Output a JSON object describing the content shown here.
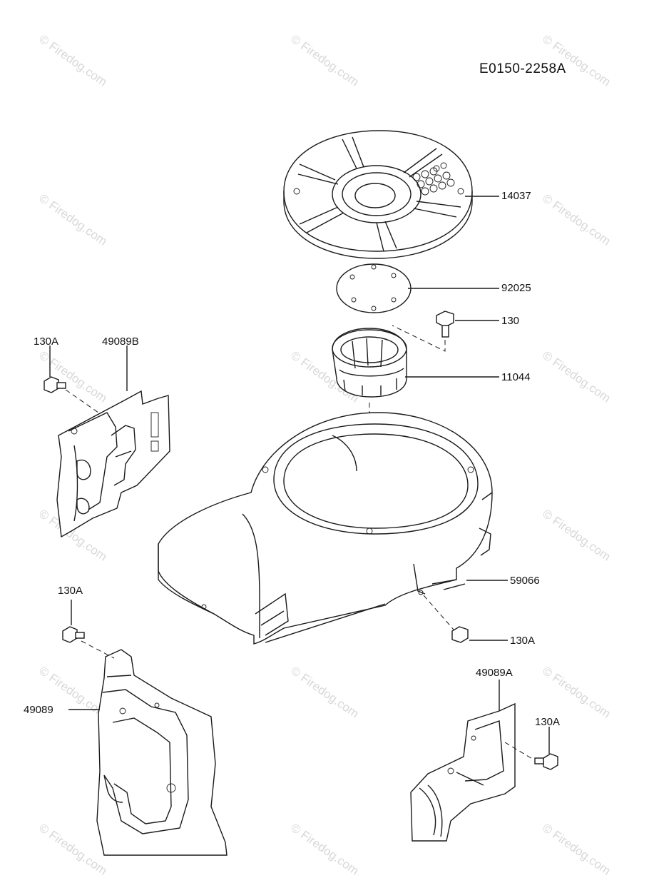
{
  "diagram_id": "E0150-2258A",
  "watermark_text": "© Firedog.com",
  "parts": {
    "fan_housing_cover": "14037",
    "screen": "92025",
    "bolt_top": "130",
    "fan": "11044",
    "shroud": "59066",
    "bolt_shroud": "130A",
    "plate_left_upper": "49089B",
    "bolt_left_upper": "130A",
    "plate_left_lower": "49089",
    "bolt_left_lower": "130A",
    "plate_right_lower": "49089A",
    "bolt_right_lower": "130A"
  }
}
